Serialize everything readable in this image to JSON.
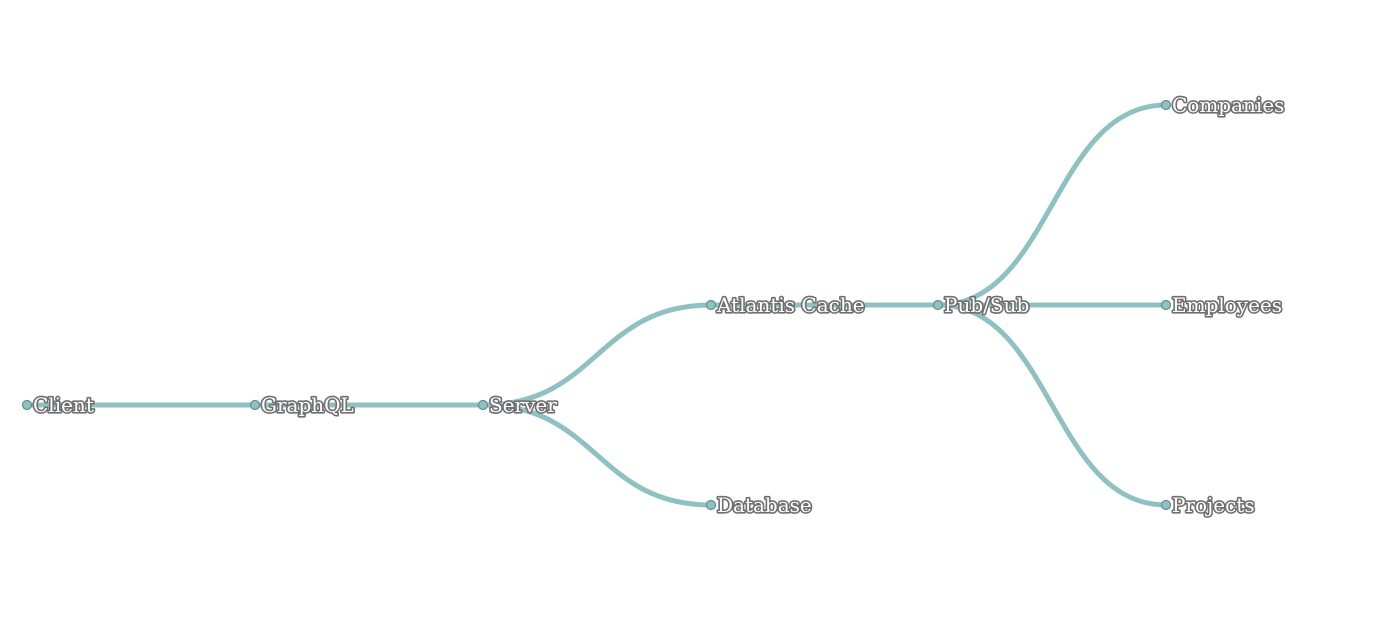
{
  "diagram": {
    "type": "tree",
    "colors": {
      "link": "#8fc1c2",
      "node_fill": "#8fc1c2",
      "node_stroke": "#5e8f90",
      "label_fill": "#ffffff",
      "label_halo": "#6f6f6f"
    },
    "nodes": [
      {
        "id": "client",
        "label": "Client"
      },
      {
        "id": "graphql",
        "label": "GraphQL"
      },
      {
        "id": "server",
        "label": "Server"
      },
      {
        "id": "atlantis",
        "label": "Atlantis Cache"
      },
      {
        "id": "database",
        "label": "Database"
      },
      {
        "id": "pubsub",
        "label": "Pub/Sub"
      },
      {
        "id": "companies",
        "label": "Companies"
      },
      {
        "id": "employees",
        "label": "Employees"
      },
      {
        "id": "projects",
        "label": "Projects"
      }
    ],
    "edges": [
      {
        "from": "client",
        "to": "graphql"
      },
      {
        "from": "graphql",
        "to": "server"
      },
      {
        "from": "server",
        "to": "atlantis"
      },
      {
        "from": "server",
        "to": "database"
      },
      {
        "from": "atlantis",
        "to": "pubsub"
      },
      {
        "from": "pubsub",
        "to": "companies"
      },
      {
        "from": "pubsub",
        "to": "employees"
      },
      {
        "from": "pubsub",
        "to": "projects"
      }
    ]
  }
}
